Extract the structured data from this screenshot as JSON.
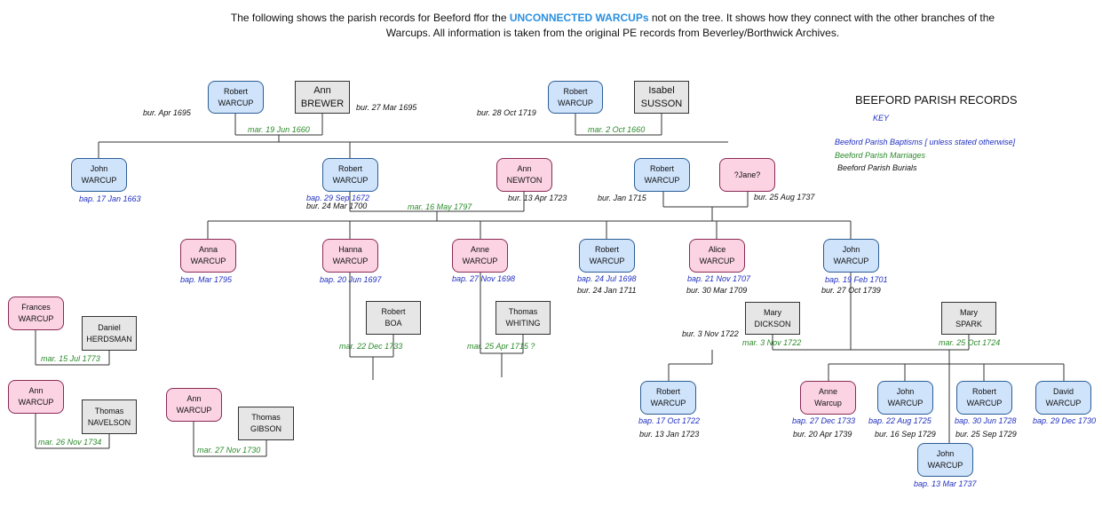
{
  "intro": {
    "before": "The following shows the parish records for Beeford ffor the ",
    "highlight": "UNCONNECTED WARCUPs",
    "after": " not on the tree. It shows how they connect with the other branches of the Warcups. All information is taken from the original PE records from Beverley/Borthwick Archives."
  },
  "key": {
    "title": "BEEFORD PARISH RECORDS",
    "subtitle": "KEY",
    "baptisms": "Beeford Parish Baptisms [ unless stated otherwise]",
    "marriages": "Beeford Parish Marriages",
    "burials": "Beeford Parish Burials"
  },
  "colors": {
    "male": "#cfe3fb",
    "female": "#fbd3e2",
    "spouse": "#e6e6e6",
    "bap": "#1f2fc0",
    "mar": "#2a8a2a"
  },
  "people": {
    "robert1": [
      "Robert",
      "WARCUP"
    ],
    "ann_brewer": [
      "Ann",
      "BREWER"
    ],
    "robert2": [
      "Robert",
      "WARCUP"
    ],
    "isabel_susson": [
      "Isabel",
      "SUSSON"
    ],
    "john1": [
      "John",
      "WARCUP"
    ],
    "robert3": [
      "Robert",
      "WARCUP"
    ],
    "ann_newton": [
      "Ann",
      "NEWTON"
    ],
    "robert4": [
      "Robert",
      "WARCUP"
    ],
    "jane": [
      "?Jane?"
    ],
    "anna": [
      "Anna",
      "WARCUP"
    ],
    "hanna": [
      "Hanna",
      "WARCUP"
    ],
    "anne1": [
      "Anne",
      "WARCUP"
    ],
    "robert5": [
      "Robert",
      "WARCUP"
    ],
    "alice": [
      "Alice",
      "WARCUP"
    ],
    "john2": [
      "John",
      "WARCUP"
    ],
    "frances": [
      "Frances",
      "WARCUP"
    ],
    "daniel": [
      "Daniel",
      "HERDSMAN"
    ],
    "robert_boa": [
      "Robert",
      "BOA"
    ],
    "thomas_whiting": [
      "Thomas",
      "WHITING"
    ],
    "mary_dickson": [
      "Mary",
      "DICKSON"
    ],
    "mary_spark": [
      "Mary",
      "SPARK"
    ],
    "ann1": [
      "Ann",
      "WARCUP"
    ],
    "thomas_navelson": [
      "Thomas",
      "NAVELSON"
    ],
    "ann2": [
      "Ann",
      "WARCUP"
    ],
    "thomas_gibson": [
      "Thomas",
      "GIBSON"
    ],
    "robert6": [
      "Robert",
      "WARCUP"
    ],
    "anne2": [
      "Anne",
      "Warcup"
    ],
    "john3": [
      "John",
      "WARCUP"
    ],
    "robert7": [
      "Robert",
      "WARCUP"
    ],
    "david": [
      "David",
      "WARCUP"
    ],
    "john4": [
      "John",
      "WARCUP"
    ]
  },
  "labels": {
    "bur_apr_1695": "bur. Apr 1695",
    "bur_27_mar_1695": "bur. 27 Mar 1695",
    "bur_28_oct_1719": "bur. 28 Oct 1719",
    "mar_19_jun_1660": "mar. 19 Jun 1660",
    "mar_2_oct_1660": "mar. 2 Oct 1660",
    "bap_17_jan_1663": "bap. 17 Jan 1663",
    "bap_29_sep_1672": "bap. 29 Sep 1672",
    "bur_24_mar_1700": "bur. 24 Mar 1700",
    "mar_16_may_1797": "mar. 16 May 1797",
    "bur_13_apr_1723": "bur. 13 Apr 1723",
    "bur_jan_1715": "bur. Jan 1715",
    "bur_25_aug_1737": "bur. 25 Aug 1737",
    "bap_mar_1795": "bap. Mar 1795",
    "bap_20_jun_1697": "bap. 20 Jun 1697",
    "bap_27_nov_1698": "bap. 27 Nov 1698",
    "bap_24_jul_1698": "bap. 24 Jul 1698",
    "bur_24_jan_1711": "bur. 24 Jan 1711",
    "bap_21_nov_1707": "bap. 21 Nov 1707",
    "bur_30_mar_1709": "bur. 30 Mar 1709",
    "bap_19_feb_1701": "bap. 19 Feb 1701",
    "bur_27_oct_1739": "bur. 27 Oct 1739",
    "mar_15_jul_1773": "mar. 15 Jul 1773",
    "mar_22_dec_1733": "mar. 22 Dec 1733",
    "mar_25_apr_1715": "mar. 25 Apr 1715 ?",
    "bur_3_nov_1722": "bur. 3 Nov 1722",
    "mar_3_nov_1722": "mar. 3 Nov 1722",
    "mar_25_oct_1724": "mar. 25 Oct 1724",
    "mar_26_nov_1734": "mar. 26 Nov 1734",
    "mar_27_nov_1730": "mar. 27 Nov 1730",
    "bap_17_oct_1722": "bap. 17 Oct 1722",
    "bur_13_jan_1723": "bur. 13 Jan 1723",
    "bap_27_dec_1733": "bap. 27 Dec 1733",
    "bur_20_apr_1739": "bur. 20 Apr 1739",
    "bap_22_aug_1725": "bap. 22 Aug 1725",
    "bur_16_sep_1729": "bur. 16 Sep 1729",
    "bap_30_jun_1728": "bap. 30 Jun 1728",
    "bur_25_sep_1729": "bur. 25 Sep 1729",
    "bap_29_dec_1730": "bap. 29 Dec 1730",
    "bap_13_mar_1737": "bap. 13 Mar 1737"
  }
}
